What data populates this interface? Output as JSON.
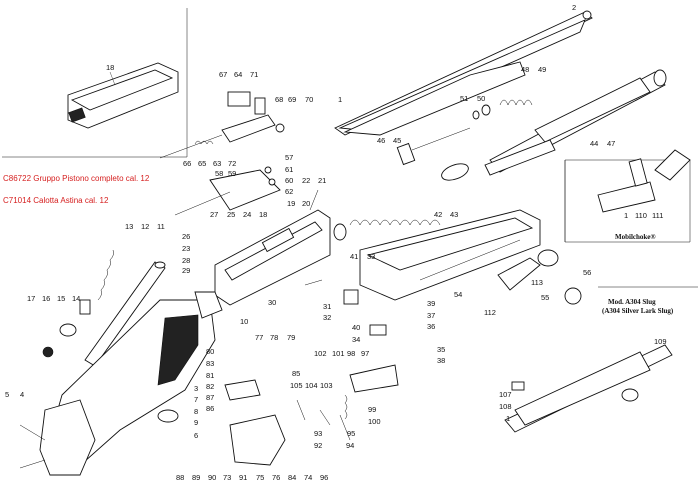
{
  "notes": {
    "piston_group": "C86722 Gruppo Pistono completo cal. 12",
    "fore_end_cap": "C71014 Calotta Astina cal. 12"
  },
  "captions": {
    "mobilchoke": "Mobilchoke®",
    "slug_title": "Mod. A304 Slug",
    "slug_subtitle": "(A304 Silver Lark Slug)"
  },
  "labels": {
    "n2": "2",
    "n18": "18",
    "n67": "67",
    "n64": "64",
    "n71": "71",
    "n68": "68",
    "n69": "69",
    "n70": "70",
    "n66": "66",
    "n65": "65",
    "n63": "63",
    "n72": "72",
    "n1a": "1",
    "n48": "48",
    "n49": "49",
    "n51": "51",
    "n50": "50",
    "n46": "46",
    "n45": "45",
    "n44": "44",
    "n47": "47",
    "n57": "57",
    "n61": "61",
    "n60": "60",
    "n62": "62",
    "n22": "22",
    "n21": "21",
    "n58": "58",
    "n59": "59",
    "n19": "19",
    "n20": "20",
    "n42": "42",
    "n43": "43",
    "n1b": "1",
    "n110": "110",
    "n111": "111",
    "n13": "13",
    "n12": "12",
    "n11": "11",
    "n27": "27",
    "n25": "25",
    "n24": "24",
    "n18b": "18",
    "n26": "26",
    "n23": "23",
    "n28": "28",
    "n29": "29",
    "n41": "41",
    "n33": "33",
    "n113": "113",
    "n56": "56",
    "n55": "55",
    "n54": "54",
    "n112": "112",
    "n17": "17",
    "n16": "16",
    "n15": "15",
    "n14": "14",
    "n30": "30",
    "n31": "31",
    "n32": "32",
    "n39": "39",
    "n37": "37",
    "n40": "40",
    "n36": "36",
    "n34": "34",
    "n35": "35",
    "n38": "38",
    "n10": "10",
    "n109": "109",
    "n77": "77",
    "n78": "78",
    "n79": "79",
    "n80": "80",
    "n83": "83",
    "n81": "81",
    "n82": "82",
    "n87": "87",
    "n86": "86",
    "n102": "102",
    "n101": "101",
    "n98": "98",
    "n97": "97",
    "n85": "85",
    "n105": "105",
    "n104": "104",
    "n103": "103",
    "n3": "3",
    "n7": "7",
    "n8": "8",
    "n9": "9",
    "n6": "6",
    "n5": "5",
    "n4": "4",
    "n99": "99",
    "n100": "100",
    "n95": "95",
    "n93": "93",
    "n92": "92",
    "n94": "94",
    "n107": "107",
    "n108": "108",
    "n1c": "1",
    "n88": "88",
    "n89": "89",
    "n90": "90",
    "n73": "73",
    "n91": "91",
    "n75": "75",
    "n76": "76",
    "n84": "84",
    "n74": "74",
    "n96": "96"
  }
}
